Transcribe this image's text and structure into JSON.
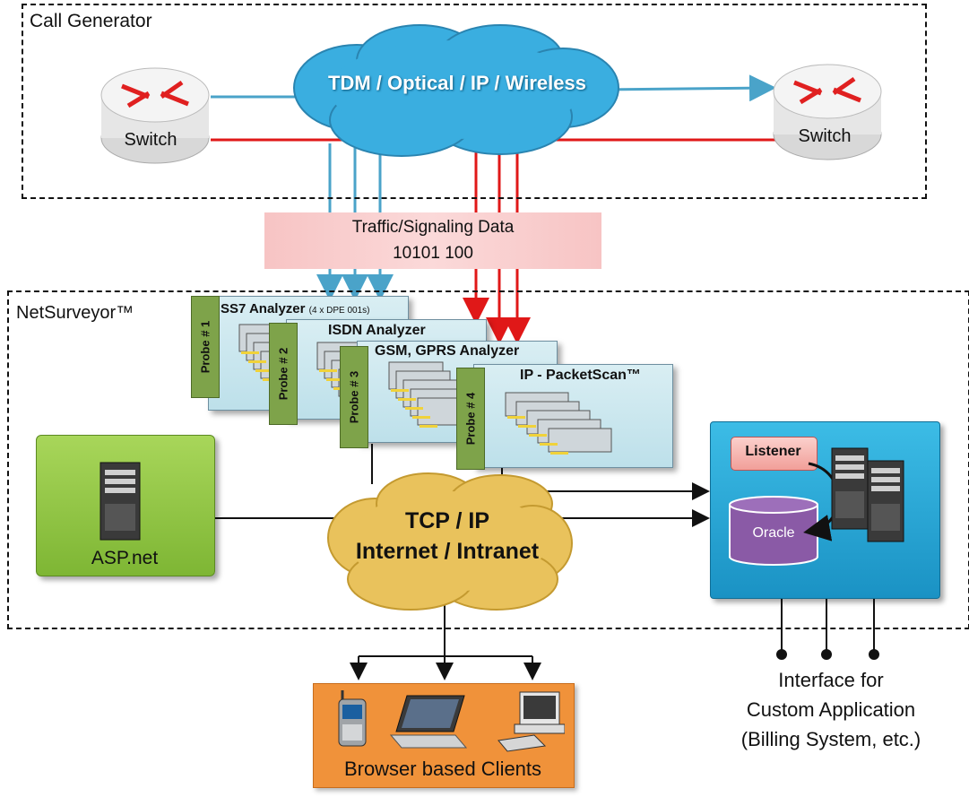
{
  "call_generator": {
    "title": "Call Generator",
    "cloud_label": "TDM / Optical / IP / Wireless",
    "switch_left_label": "Switch",
    "switch_right_label": "Switch"
  },
  "traffic_box": {
    "line1": "Traffic/Signaling Data",
    "line2": "10101 100"
  },
  "netsurveyor": {
    "title": "NetSurveyor™",
    "probes": [
      {
        "tab": "Probe # 1",
        "title": "SS7 Analyzer",
        "subtitle": "(4 x DPE 001s)"
      },
      {
        "tab": "Probe # 2",
        "title": "ISDN Analyzer"
      },
      {
        "tab": "Probe # 3",
        "title": "GSM, GPRS Analyzer"
      },
      {
        "tab": "Probe # 4",
        "title": "IP - PacketScan™"
      }
    ],
    "asp_label": "ASP.net",
    "tcp_line1": "TCP / IP",
    "tcp_line2": "Internet / Intranet",
    "listener_label": "Listener",
    "oracle_label": "Oracle"
  },
  "clients": {
    "label": "Browser based Clients"
  },
  "interface": {
    "line1": "Interface for",
    "line2": "Custom Application",
    "line3": "(Billing System, etc.)"
  },
  "colors": {
    "blue_link": "#4aa3c9",
    "red_link": "#e01818",
    "cloud_blue": "#3aaee0",
    "cloud_gold": "#e9c25c",
    "asp_green": "#8cc43c",
    "db_blue": "#1fa0d0",
    "clients_orange": "#f0923a",
    "oracle_purple": "#8a5aa6",
    "listener_pink": "#f4b6b2"
  }
}
